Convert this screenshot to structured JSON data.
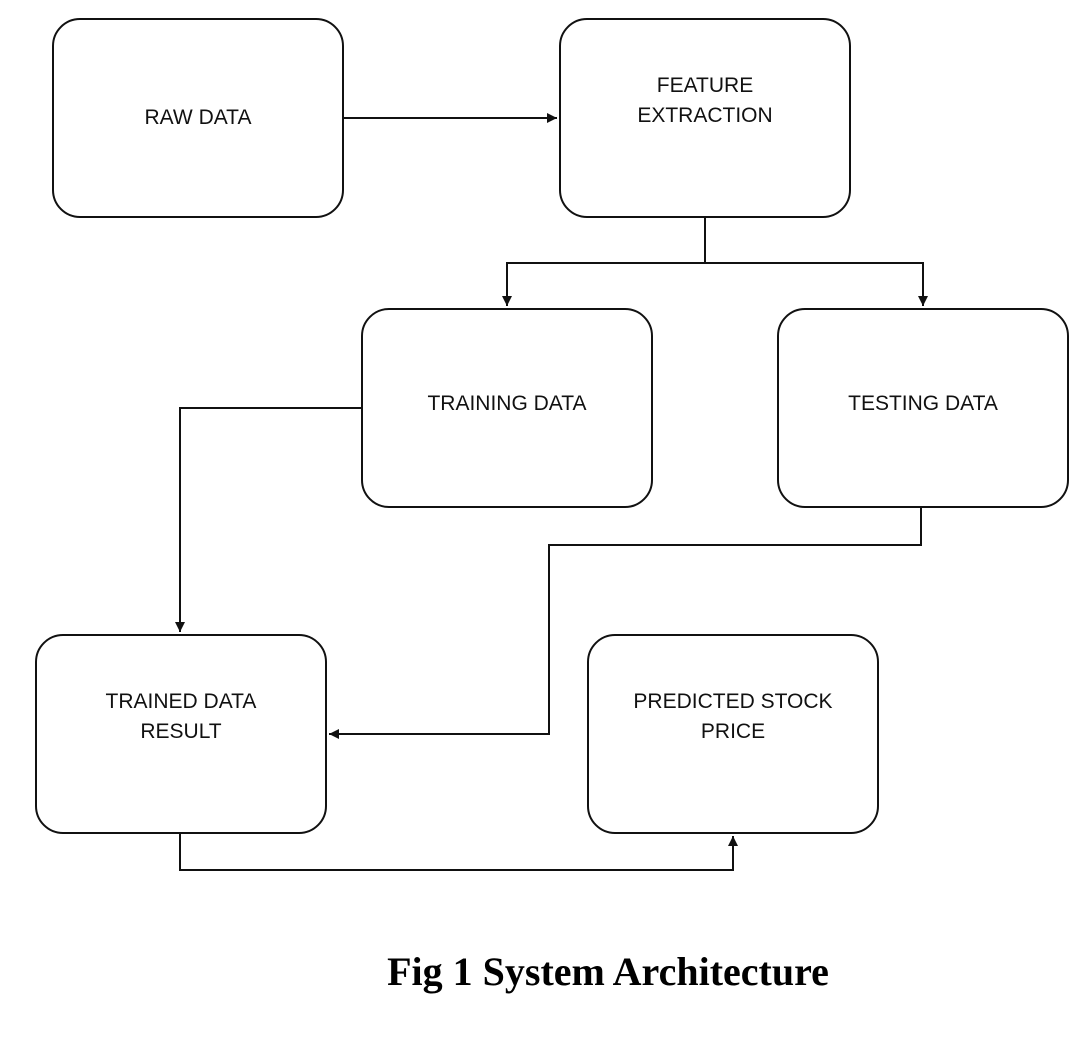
{
  "colors": {
    "line": "#111111",
    "node_border": "#111111",
    "text": "#111111",
    "background": "#ffffff"
  },
  "nodes": [
    {
      "id": "raw",
      "label": "RAW DATA"
    },
    {
      "id": "feature",
      "label": "FEATURE\nEXTRACTION"
    },
    {
      "id": "training",
      "label": "TRAINING DATA"
    },
    {
      "id": "testing",
      "label": "TESTING DATA"
    },
    {
      "id": "trained",
      "label": "TRAINED DATA\nRESULT"
    },
    {
      "id": "predicted",
      "label": "PREDICTED STOCK\nPRICE"
    }
  ],
  "edges": [
    {
      "from": "raw",
      "to": "feature"
    },
    {
      "from": "feature",
      "to": "training"
    },
    {
      "from": "feature",
      "to": "testing"
    },
    {
      "from": "training",
      "to": "trained"
    },
    {
      "from": "testing",
      "to": "trained"
    },
    {
      "from": "trained",
      "to": "predicted"
    }
  ],
  "caption": "Fig 1 System Architecture"
}
